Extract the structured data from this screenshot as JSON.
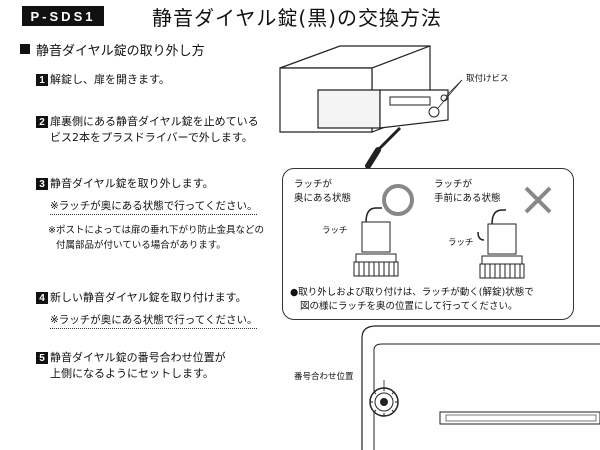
{
  "header": {
    "model": "P-SDS1",
    "title": "静音ダイヤル錠(黒)の交換方法"
  },
  "section": {
    "title": "静音ダイヤル錠の取り外し方"
  },
  "steps": [
    {
      "num": "1",
      "lines": [
        "解錠し、扉を開きます。"
      ]
    },
    {
      "num": "2",
      "lines": [
        "扉裏側にある静音ダイヤル錠を止めている",
        "ビス2本をプラスドライバーで外します。"
      ]
    },
    {
      "num": "3",
      "lines": [
        "静音ダイヤル錠を取り外します。"
      ],
      "note": "※ラッチが奥にある状態で行ってください。",
      "note2": [
        "※ポストによっては扉の垂れ下がり防止金具などの",
        "付属部品が付いている場合があります。"
      ]
    },
    {
      "num": "4",
      "lines": [
        "新しい静音ダイヤル錠を取り付けます。"
      ],
      "note": "※ラッチが奥にある状態で行ってください。"
    },
    {
      "num": "5",
      "lines": [
        "静音ダイヤル錠の番号合わせ位置が",
        "上側になるようにセットします。"
      ]
    }
  ],
  "figures": {
    "screw_label": "取付けビス",
    "ok_label": [
      "ラッチが",
      "奥にある状態"
    ],
    "ng_label": [
      "ラッチが",
      "手前にある状態"
    ],
    "latch": "ラッチ",
    "caption": [
      "●取り外しおよび取り付けは、ラッチが動く(解錠)状態で",
      "図の様にラッチを奥の位置にして行ってください。"
    ],
    "dial_label": "番号合わせ位置"
  }
}
